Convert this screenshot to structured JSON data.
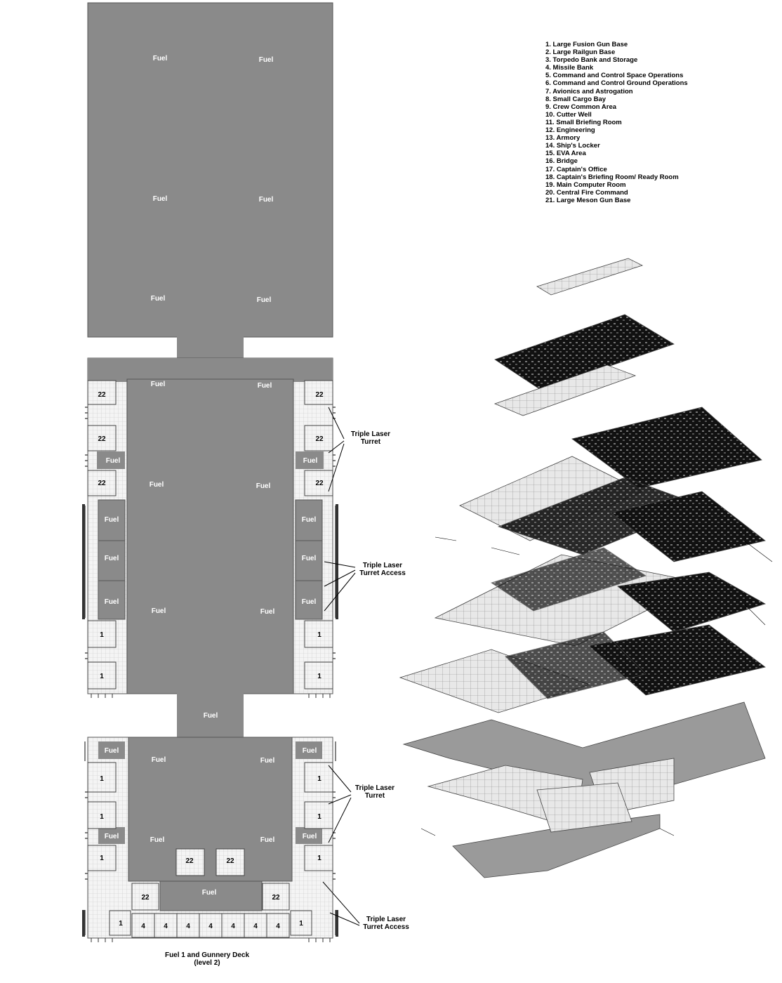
{
  "legend": [
    "1.  Large Fusion Gun Base",
    "2.  Large Railgun Base",
    "3.  Torpedo Bank and Storage",
    "4.  Missile Bank",
    "5.  Command and Control Space Operations",
    "6.  Command and Control Ground Operations",
    "7.  Avionics and Astrogation",
    "8.  Small Cargo Bay",
    "9.  Crew Common Area",
    "10.  Cutter Well",
    "11.  Small Briefing Room",
    "12.  Engineering",
    "13.  Armory",
    "14.  Ship's Locker",
    "15.  EVA Area",
    "16.  Bridge",
    "17.  Captain's Office",
    "18.  Captain's Briefing Room/ Ready Room",
    "19.  Main Computer Room",
    "20.  Central Fire Command",
    "21.  Large Meson Gun Base"
  ],
  "callouts": {
    "triple_laser_turret_1": [
      "Triple Laser",
      "Turret"
    ],
    "triple_laser_turret_access_1": [
      "Triple Laser",
      "Turret Access"
    ],
    "triple_laser_turret_2": [
      "Triple Laser",
      "Turret"
    ],
    "triple_laser_turret_access_2": [
      "Triple Laser",
      "Turret Access"
    ]
  },
  "deck_title": [
    "Fuel 1 and Gunnery Deck",
    "(level 2)"
  ],
  "labels": {
    "fuel": "Fuel",
    "crew_22": "22",
    "gun_1": "1",
    "missile_4": "4"
  },
  "colors": {
    "fuel_tank": "#8a8a8a",
    "room_fill": "#f4f4f4",
    "grid_line": "#c8c8c8",
    "outline": "#333333",
    "exploded_dark": "#111111",
    "exploded_grey": "#9a9a9a"
  }
}
